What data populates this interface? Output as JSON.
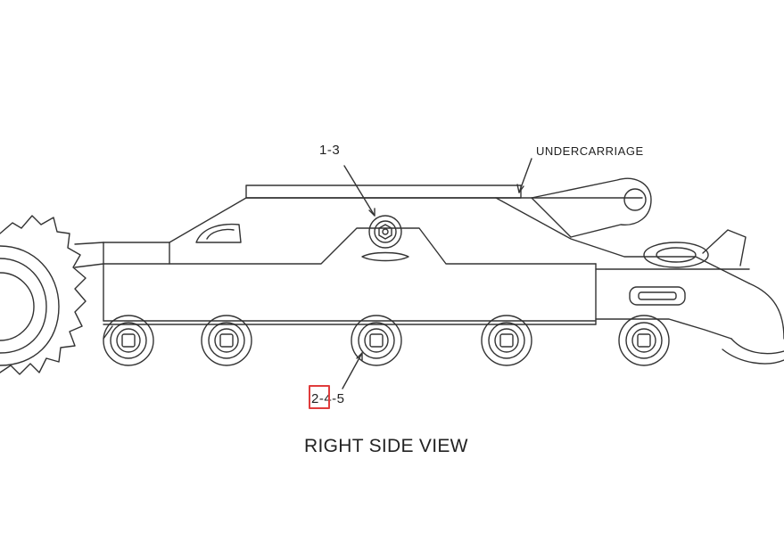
{
  "labels": {
    "callout_top": "1-3",
    "callout_undercarriage": "UNDERCARRIAGE",
    "callout_bottom_highlight": "2",
    "callout_bottom_rest": "-4-5",
    "view_title": "RIGHT SIDE VIEW"
  },
  "highlight": {
    "color": "#e03c3c"
  }
}
